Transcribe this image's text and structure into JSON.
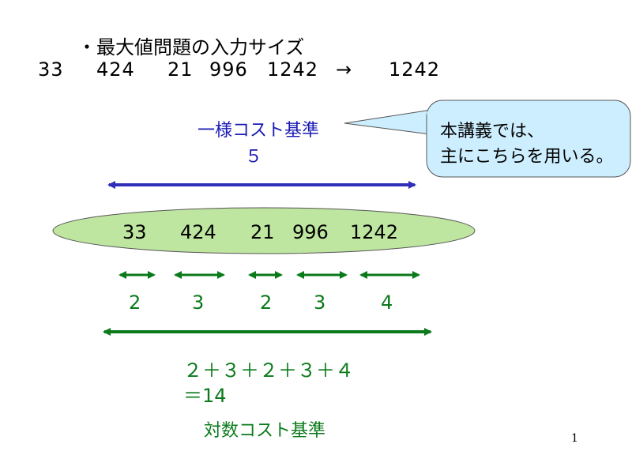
{
  "title": "・最大値問題の入力サイズ",
  "input_numbers": [
    "33",
    "424",
    "21",
    "996",
    "1242"
  ],
  "arrow_symbol": "→",
  "output_value": "1242",
  "uniform": {
    "label": "一様コスト基準",
    "count": "５"
  },
  "callout": {
    "line1": "本講義では、",
    "line2": "主にこちらを用いる。"
  },
  "bit_lengths": [
    "2",
    "3",
    "2",
    "3",
    "4"
  ],
  "log_sum": {
    "line1": "２＋３＋２＋３＋４",
    "line2": "＝14"
  },
  "log_label": "対数コスト基準",
  "page_number": "1",
  "colors": {
    "uniform_arrow": "#2f2fb8",
    "log_arrow": "#0a7a1a",
    "ellipse_fill": "#bfe6a0",
    "callout_fill": "#cdeeff"
  }
}
